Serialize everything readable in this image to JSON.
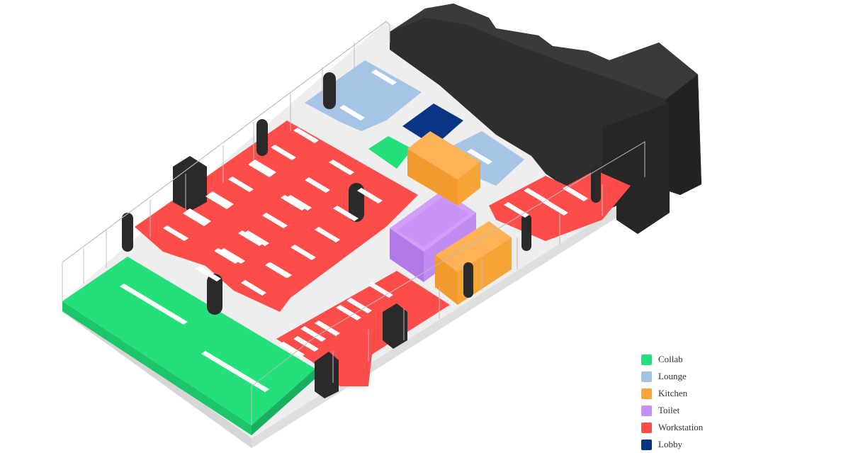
{
  "legend": {
    "items": [
      {
        "label": "Collab",
        "color": "#1ee27a"
      },
      {
        "label": "Lounge",
        "color": "#a4c2e4"
      },
      {
        "label": "Kitchen",
        "color": "#fba33c"
      },
      {
        "label": "Toilet",
        "color": "#c58ff5"
      },
      {
        "label": "Workstation",
        "color": "#fc4d4b"
      },
      {
        "label": "Lobby",
        "color": "#073481"
      }
    ]
  },
  "colors": {
    "core": "#2b2b2b",
    "floor": "#ececec",
    "slab_edge": "#dadada",
    "glass": "#b9b9b9",
    "furniture": "#ffffff"
  }
}
